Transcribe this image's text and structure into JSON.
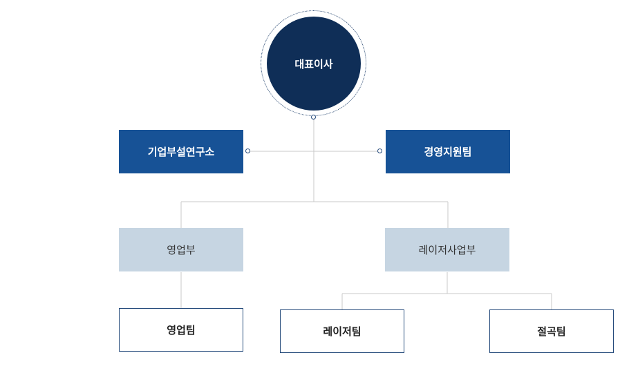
{
  "nodes": {
    "ceo": "대표이사",
    "rnd": "기업부설연구소",
    "support": "경영지원팀",
    "sales_dept": "영업부",
    "laser_dept": "레이저사업부",
    "sales_team": "영업팀",
    "laser_team": "레이저팀",
    "cutting_team": "절곡팀"
  },
  "colors": {
    "ceo_fill": "#0f2e57",
    "dark_box": "#175296",
    "light_box": "#c6d5e2",
    "outline_border": "#23497a",
    "connector": "#c8c8c8"
  }
}
